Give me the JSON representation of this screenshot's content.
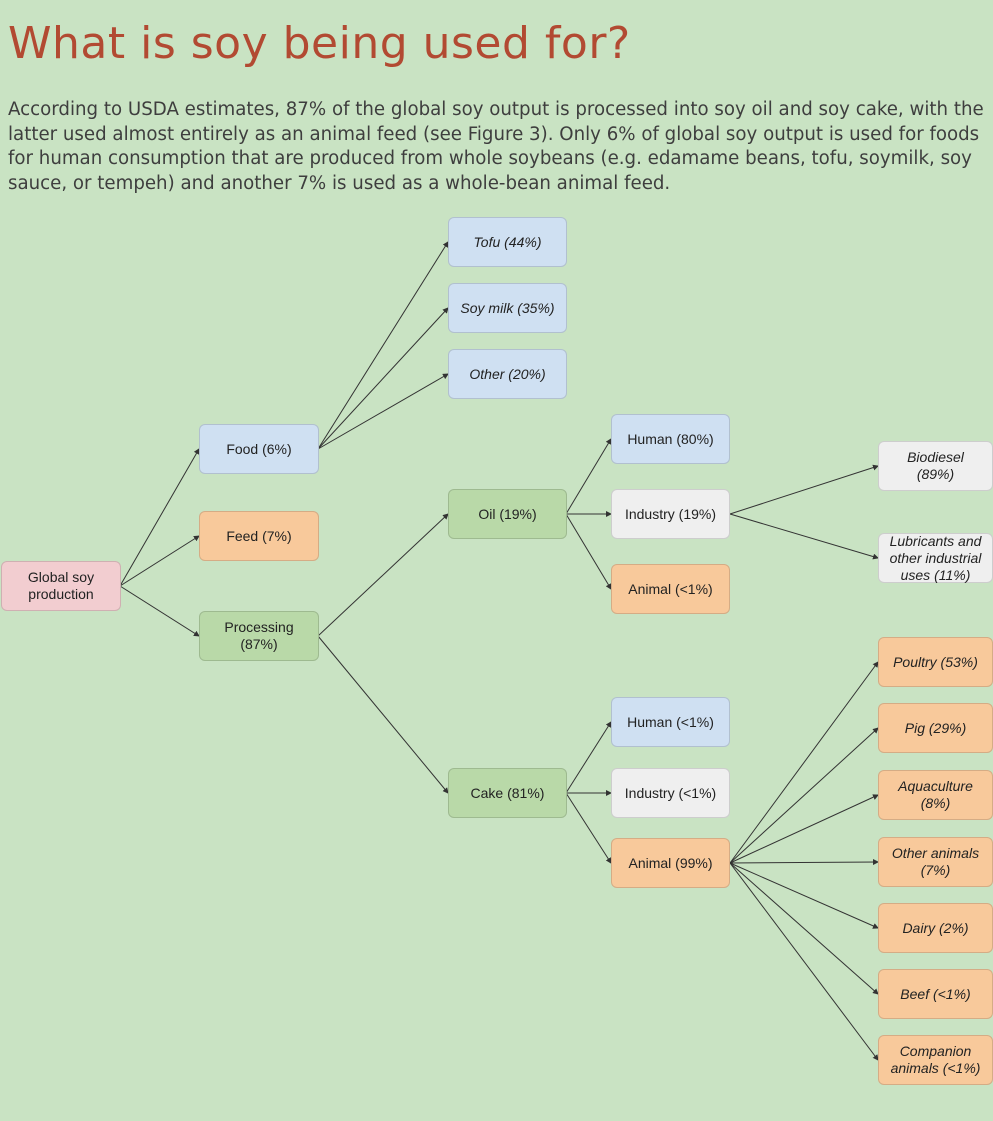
{
  "title": "What is soy being used for?",
  "intro": "According to USDA estimates, 87% of the global soy output is processed into soy oil and soy cake, with the latter used almost entirely as an animal feed (see Figure 3). Only 6% of global soy output is used for foods for human consumption that are produced from whole soybeans (e.g. edamame beans, tofu, soymilk, soy sauce, or tempeh) and another 7% is used as a whole-bean animal feed.",
  "nodes": {
    "global": "Global soy production",
    "food": "Food (6%)",
    "feed": "Feed (7%)",
    "processing": "Processing (87%)",
    "tofu": "Tofu (44%)",
    "soymilk": "Soy milk (35%)",
    "food_other": "Other (20%)",
    "oil": "Oil (19%)",
    "cake": "Cake (81%)",
    "oil_human": "Human (80%)",
    "oil_industry": "Industry (19%)",
    "oil_animal": "Animal (<1%)",
    "biodiesel": "Biodiesel (89%)",
    "lubricants": "Lubricants and other industrial uses (11%)",
    "cake_human": "Human (<1%)",
    "cake_industry": "Industry (<1%)",
    "cake_animal": "Animal (99%)",
    "poultry": "Poultry (53%)",
    "pig": "Pig (29%)",
    "aquaculture": "Aquaculture (8%)",
    "other_animals": "Other animals (7%)",
    "dairy": "Dairy (2%)",
    "beef": "Beef (<1%)",
    "companion": "Companion animals (<1%)"
  },
  "colors": {
    "background": "#c9e3c3",
    "title": "#b24a32",
    "food_human": "#cfe0f2",
    "animal": "#f8c99b",
    "origin": "#f2cdd0",
    "processing": "#b9d9a8",
    "industry": "#efefef"
  }
}
